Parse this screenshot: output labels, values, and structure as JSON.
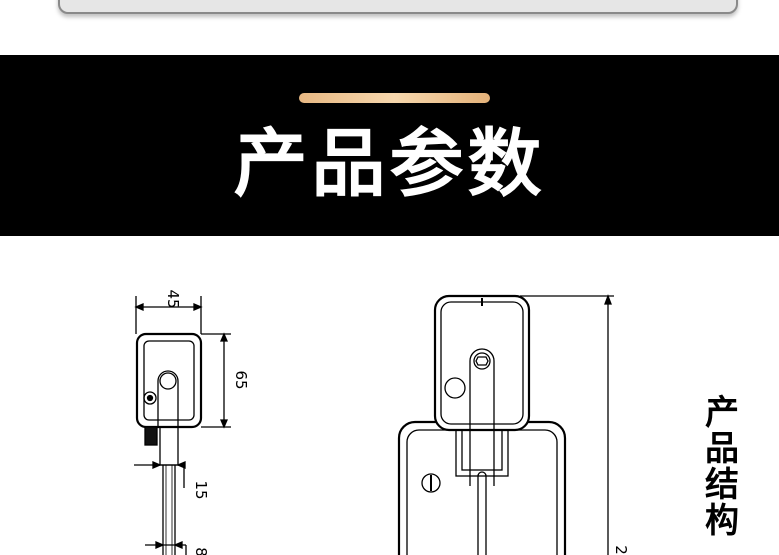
{
  "banner": {
    "title": "产品参数"
  },
  "dimensions": {
    "width": "45",
    "height": "65",
    "thickness": "15",
    "rod": "8",
    "total": "2"
  },
  "side_label": [
    "产",
    "品",
    "结",
    "构"
  ]
}
